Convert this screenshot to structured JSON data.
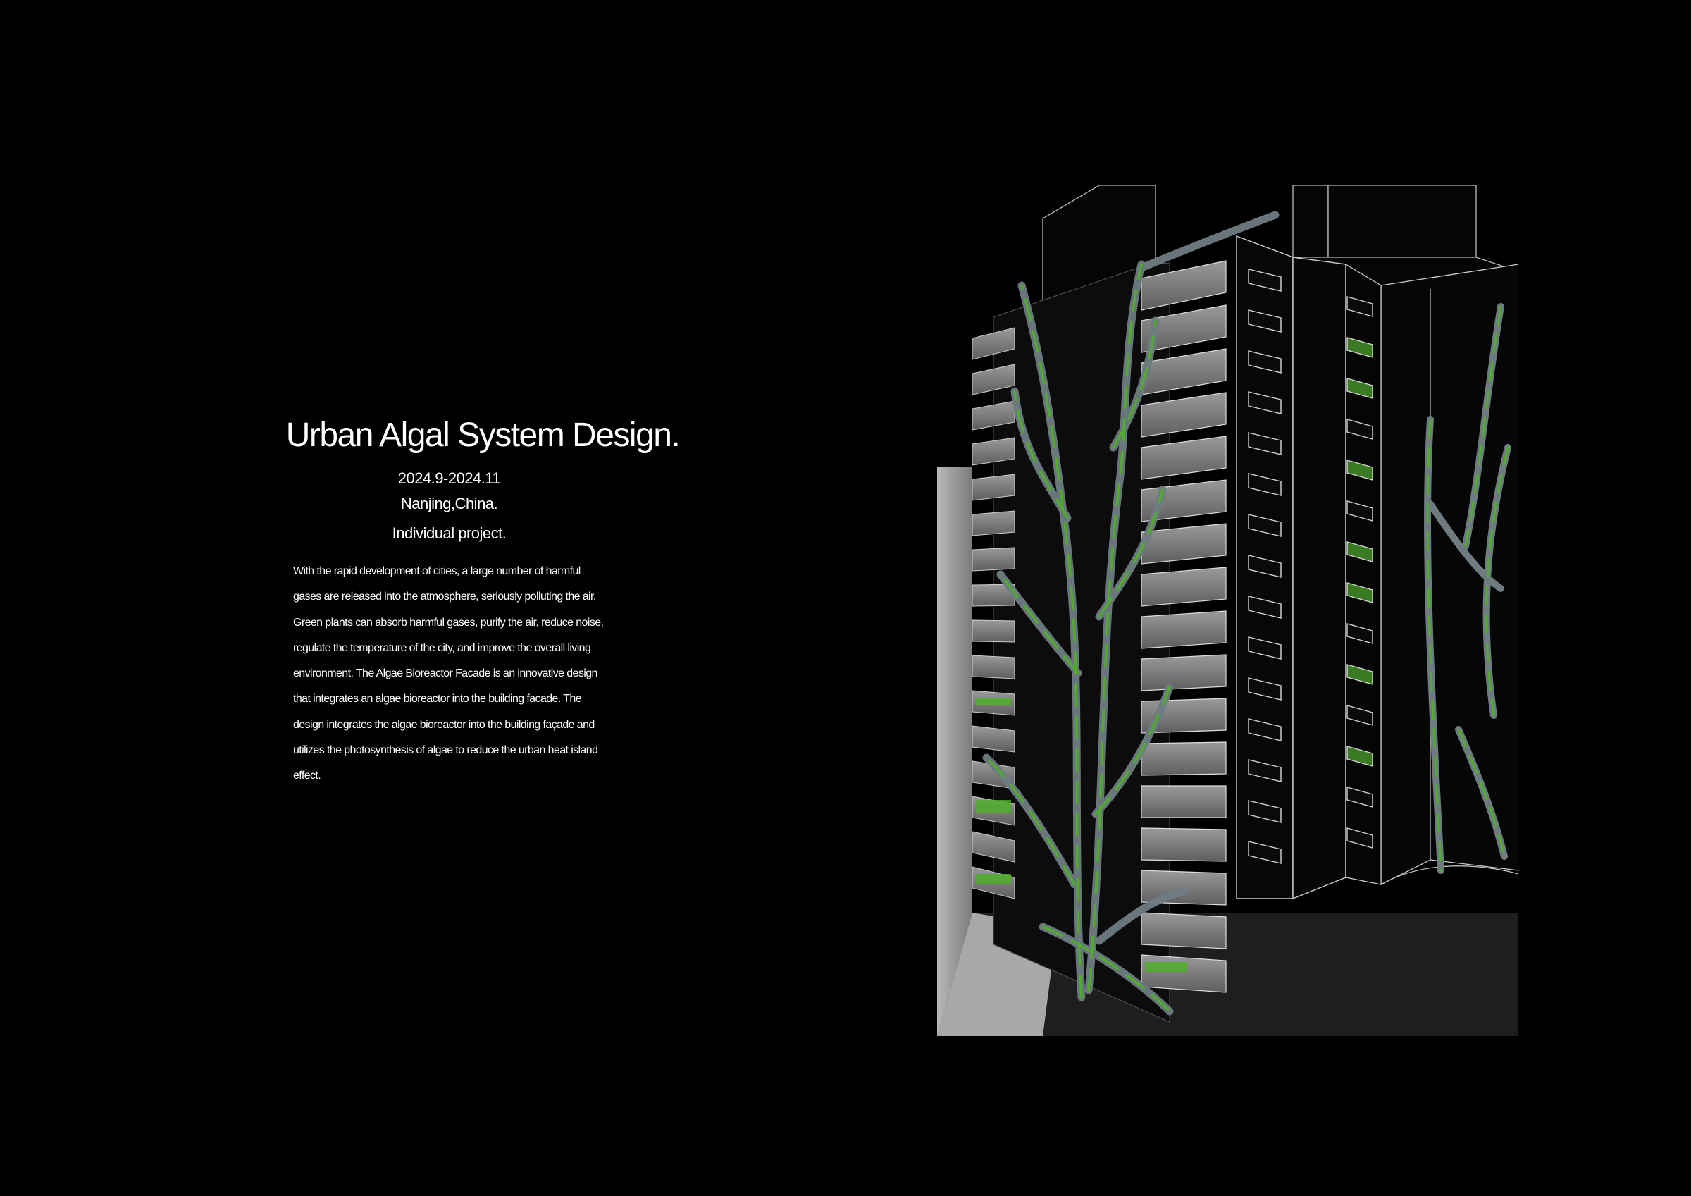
{
  "project": {
    "title": "Urban Algal System Design.",
    "date": "2024.9-2024.11",
    "location": "Nanjing,China.",
    "type": "Individual  project.",
    "description_lines": [
      "With the rapid development of cities, a large number of harmful",
      "gases are released into the atmosphere, seriously polluting the air.",
      "Green plants can absorb harmful gases, purify the air, reduce noise,",
      "regulate the temperature of the city, and improve the overall living",
      "environment. The Algae Bioreactor Facade is an innovative design",
      "that integrates an algae bioreactor into the building facade. The",
      "design integrates the algae bioreactor into the building façade and",
      "utilizes the photosynthesis of algae to reduce the urban heat island",
      "effect."
    ]
  },
  "colors": {
    "background": "#000000",
    "text": "#ffffff",
    "algae_green": "#5fb83a",
    "tube_grey": "#7d8a8f",
    "panel_grey": "#8a8a8a"
  }
}
